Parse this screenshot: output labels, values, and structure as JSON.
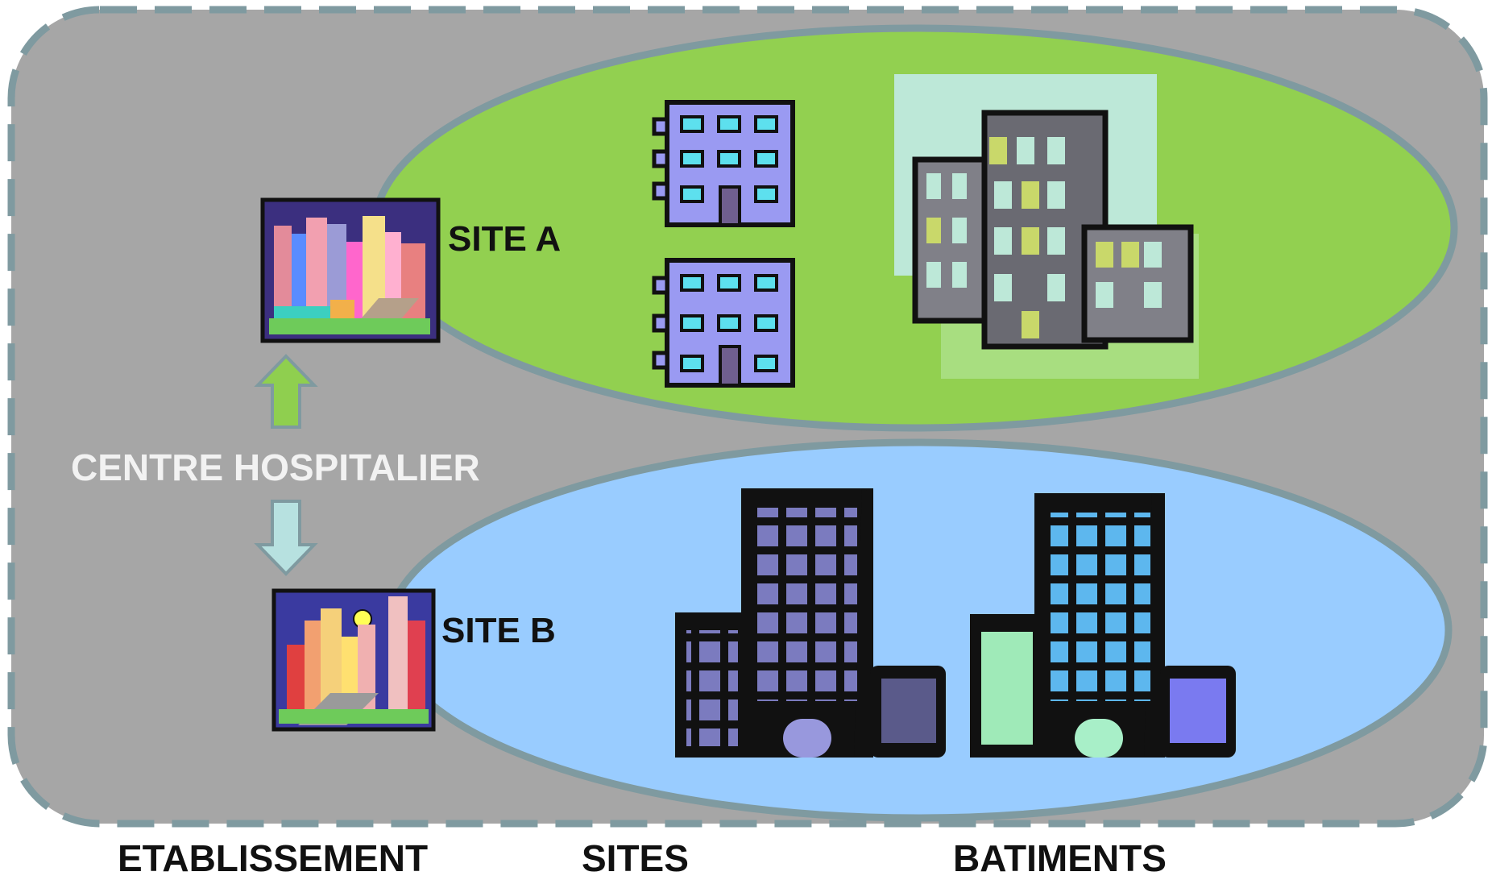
{
  "diagram": {
    "center_label": "CENTRE HOSPITALIER",
    "sites": [
      {
        "label": "SITE A"
      },
      {
        "label": "SITE B"
      }
    ],
    "bottom_labels": {
      "establishment": "ETABLISSEMENT",
      "sites": "SITES",
      "buildings": "BATIMENTS"
    }
  },
  "colors": {
    "frame_fill": "#a6a6a6",
    "frame_border": "#7f9aa0",
    "site_a_fill": "#92d050",
    "site_b_fill": "#99ccff",
    "arrow_up": "#8fcf4f",
    "arrow_down": "#b7e1e0"
  },
  "icons": {
    "site_a_image": "city-night-clipart",
    "site_b_image": "city-moon-clipart",
    "site_a_buildings": [
      "small-building-icon",
      "small-building-icon",
      "office-tower-icon"
    ],
    "site_b_buildings": [
      "tower-block-icon",
      "tower-block-icon"
    ]
  }
}
